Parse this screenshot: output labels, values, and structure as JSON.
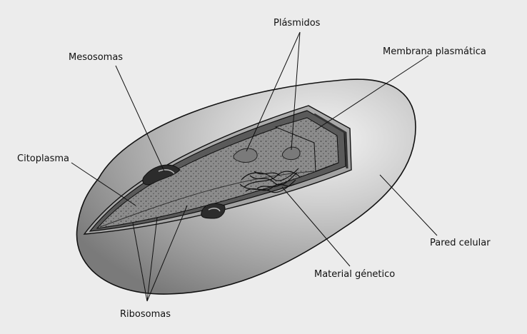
{
  "labels": {
    "plasmidos": "Plásmidos",
    "mesosomas": "Mesosomas",
    "membrana": "Membrana plasmática",
    "citoplasma": "Citoplasma",
    "pared": "Pared celular",
    "material": "Material génetico",
    "ribosomas": "Ribosomas"
  },
  "colors": {
    "background": "#ececec",
    "cell_wall": "#a8a8a8",
    "membrane": "#5c5c5c",
    "cytoplasm": "#8a8a8a",
    "outline": "#111111"
  }
}
